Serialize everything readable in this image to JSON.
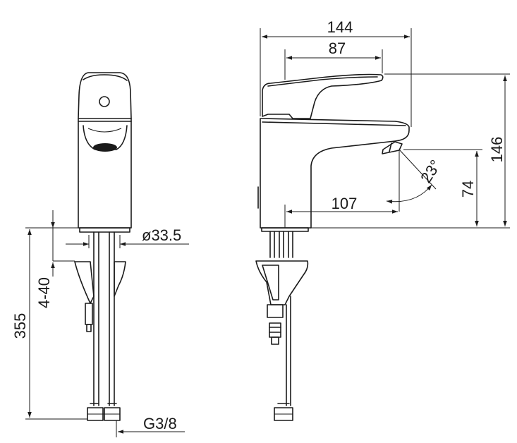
{
  "dimensions": {
    "width_overall": "144",
    "handle_length": "87",
    "height_overall": "146",
    "spout_height": "74",
    "spout_reach": "107",
    "spout_angle": "23°",
    "body_diameter": "ø33.5",
    "deck_thickness": "4-40",
    "hose_length": "355",
    "connection_thread": "G3/8"
  }
}
